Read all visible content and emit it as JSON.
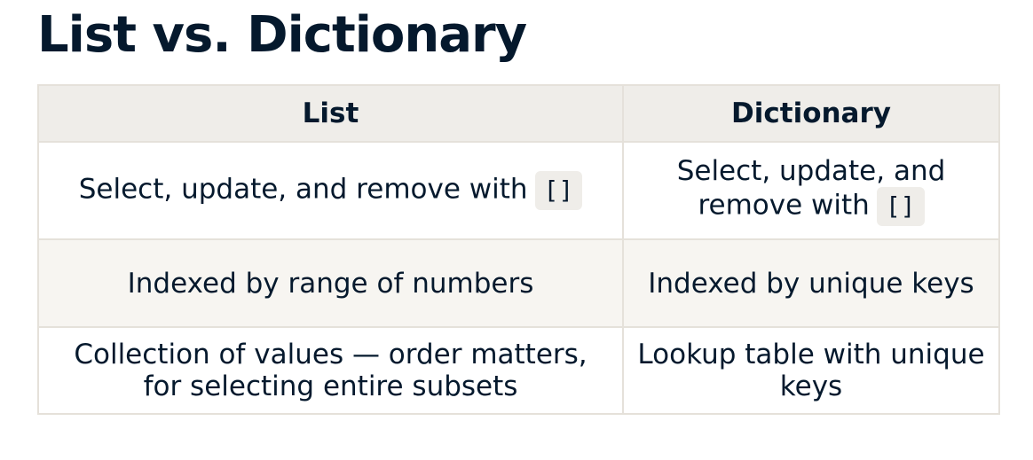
{
  "page": {
    "title": "List vs. Dictionary"
  },
  "table": {
    "headers": [
      "List",
      "Dictionary"
    ],
    "rows": [
      {
        "list": "Select, update, and remove with",
        "list_code": "[]",
        "dict": "Select, update, and remove with",
        "dict_code": "[]"
      },
      {
        "list": "Indexed by range of numbers",
        "dict": "Indexed by unique keys"
      },
      {
        "list": "Collection of values — order matters, for selecting entire subsets",
        "dict": "Lookup table with unique keys"
      }
    ]
  },
  "colors": {
    "text": "#05192d",
    "header_bg": "#efede9",
    "alt_row_bg": "#f7f5f1",
    "border": "#e5e1da",
    "code_bg": "#efede9"
  }
}
